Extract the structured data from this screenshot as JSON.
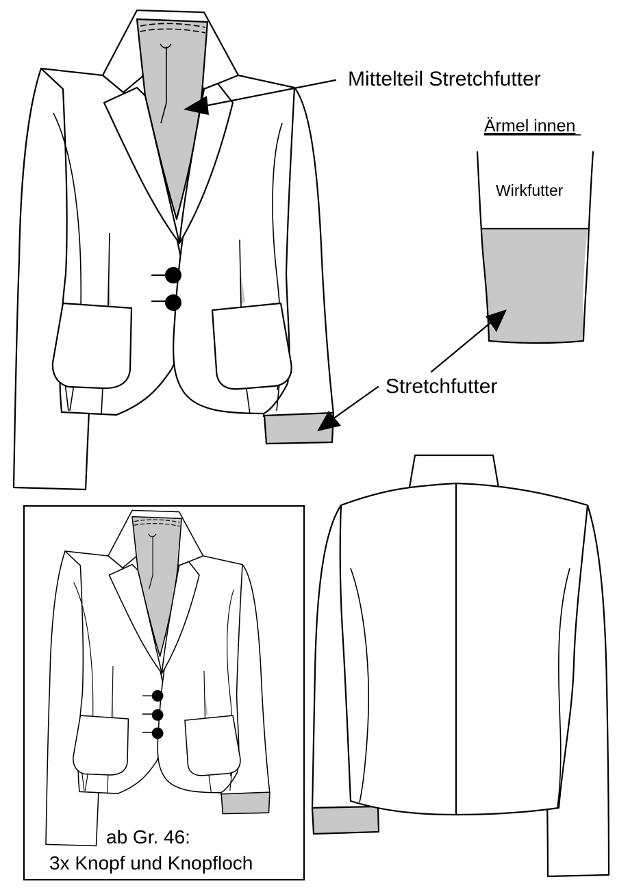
{
  "labels": {
    "mittelteil": "Mittelteil Stretchfutter",
    "aermel_title": "Ärmel innen",
    "wirkfutter": "Wirkfutter",
    "stretchfutter": "Stretchfutter",
    "inset_line1": "ab Gr. 46:",
    "inset_line2": "3x Knopf und Knopfloch"
  },
  "colors": {
    "lining_gray": "#c8c8c8",
    "outline": "#000000",
    "background": "#ffffff"
  },
  "buttons": {
    "front_main_count": 2,
    "front_inset_count": 3
  }
}
